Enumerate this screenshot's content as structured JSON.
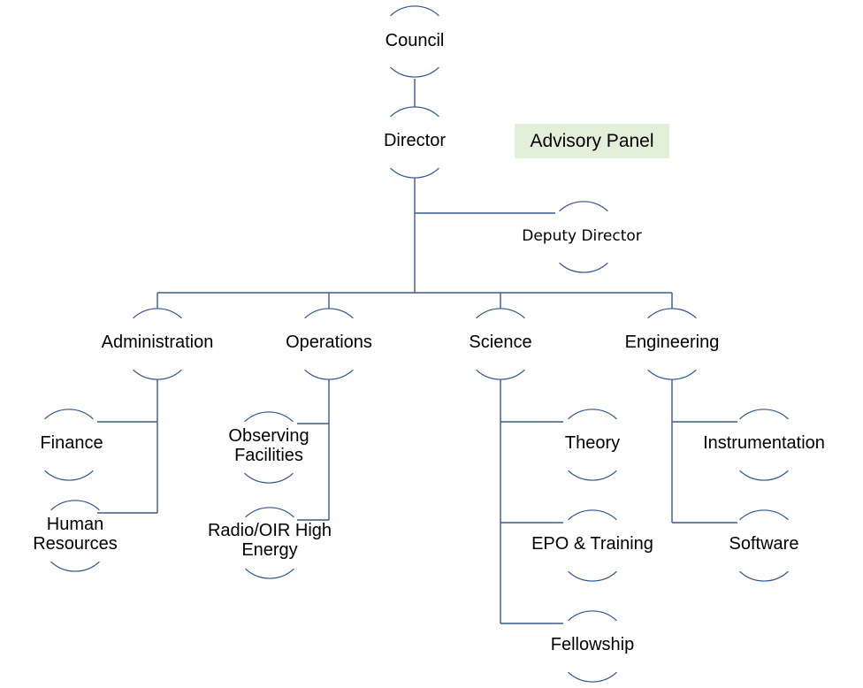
{
  "colors": {
    "line": "#3b5a8c",
    "node": "#2f528f",
    "advisory_fill": "#e2f0d9"
  },
  "nodes": {
    "council": "Council",
    "director": "Director",
    "advisory_panel": "Advisory Panel",
    "deputy_director": "Deputy Director",
    "administration": "Administration",
    "operations": "Operations",
    "science": "Science",
    "engineering": "Engineering",
    "finance": "Finance",
    "human_resources": [
      "Human",
      "Resources"
    ],
    "observing_facilities": [
      "Observing",
      "Facilities"
    ],
    "radio_oir": [
      "Radio/OIR High",
      "Energy"
    ],
    "theory": "Theory",
    "epo_training": "EPO & Training",
    "fellowship": "Fellowship",
    "instrumentation": "Instrumentation",
    "software": "Software"
  }
}
